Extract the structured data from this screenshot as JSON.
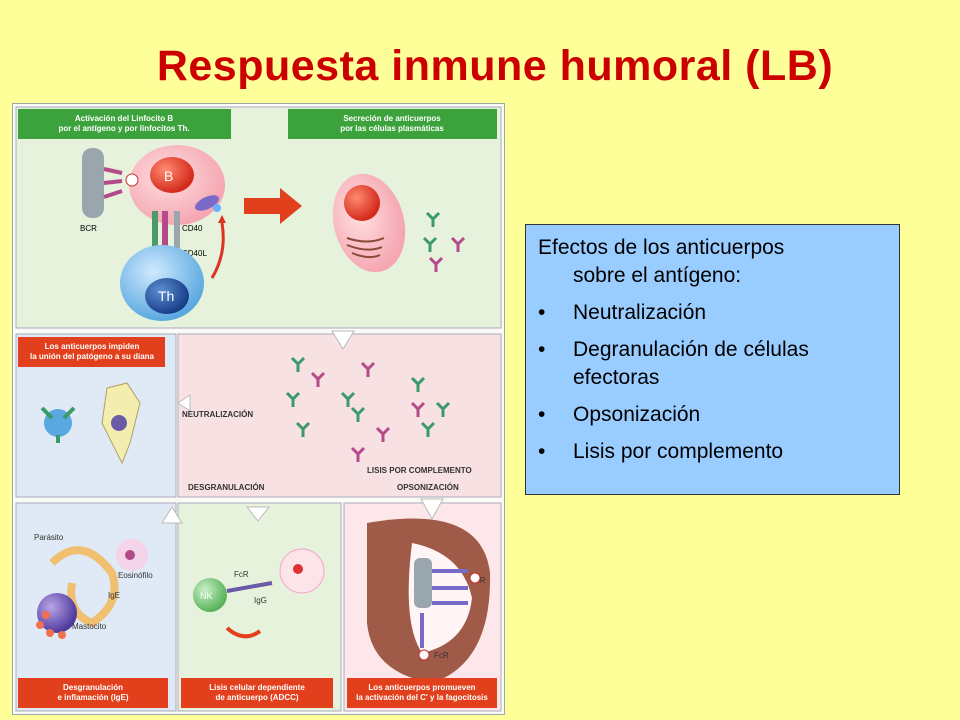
{
  "slide": {
    "title": "Respuesta inmune humoral (LB)"
  },
  "figure": {
    "panel_top_left": "Activación del Linfocito B\npor el antígeno y por linfocitos Th.",
    "panel_top_right": "Secreción de anticuerpos\npor las células plasmáticas",
    "cell_b": "B",
    "cell_th": "Th",
    "bcr": "BCR",
    "cd40": "CD40",
    "cd40l": "CD40L",
    "panel_mid_left": "Los anticuerpos impiden\nla unión del patógeno a su diana",
    "neutralizacion": "NEUTRALIZACIÓN",
    "lisis_complemento": "LISIS POR COMPLEMENTO",
    "desgranulacion": "DESGRANULACIÓN",
    "opsonizacion": "OPSONIZACIÓN",
    "parasito": "Parásito",
    "eosinofilo": "Eosinófilo",
    "ige": "IgE",
    "mastocito": "Mastocito",
    "nk": "NK",
    "fcr": "FcR",
    "igg": "IgG",
    "cr": "CR",
    "bottom_left": "Desgranulación\ne inflamación (IgE)",
    "bottom_mid": "Lisis celular dependiente\nde anticuerpo (ADCC)",
    "bottom_right": "Los anticuerpos promueven\nla activación del C' y la fagocitosis"
  },
  "effects": {
    "intro_line1": "Efectos de los anticuerpos",
    "intro_line2": "sobre el antígeno:",
    "bullet_symbol": "•",
    "items": [
      "Neutralización",
      "Degranulación de células efectoras",
      "Opsonización",
      "Lisis por complemento"
    ]
  },
  "colors": {
    "title": "#cc0000",
    "background": "#ffff99",
    "effects_box": "#99ccff",
    "green_header": "#3ca33c",
    "red_header": "#e2401c"
  }
}
